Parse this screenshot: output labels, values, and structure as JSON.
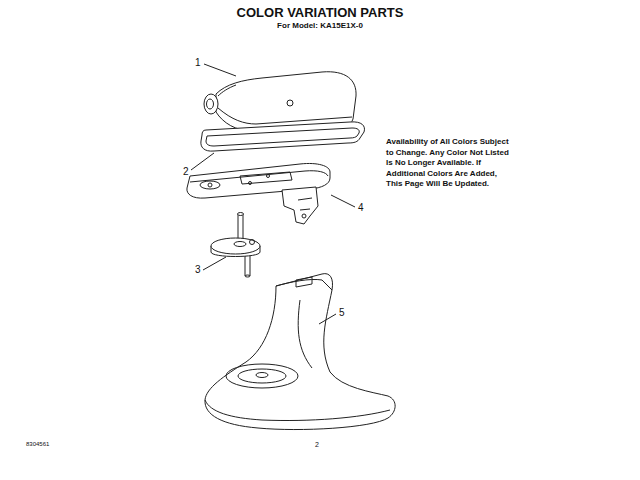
{
  "diagram": {
    "title": "COLOR VARIATION PARTS",
    "labels": [
      "For Model: KA15E1X-0",
      "1",
      "2",
      "4",
      "3",
      "5",
      "Availability of All Colors Subject to Change. Any Color Not Listed Is No Longer Available. If Additional Colors Are Added, This Page Will Be Updated.",
      "8304561",
      "2"
    ]
  }
}
